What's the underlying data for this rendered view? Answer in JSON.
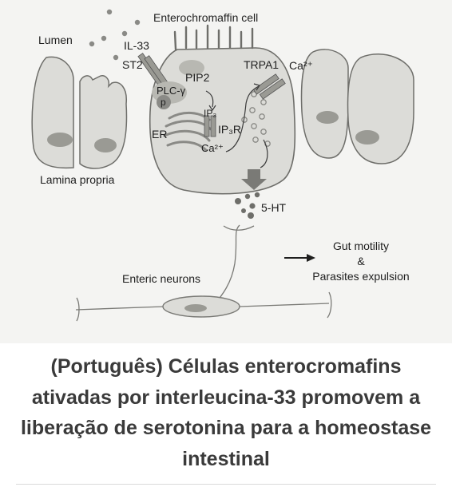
{
  "diagram": {
    "labels": {
      "enterochromaffin_cell": "Enterochromaffin cell",
      "lumen": "Lumen",
      "il33": "IL-33",
      "st2": "ST2",
      "plc": "PLC-γ",
      "p": "p",
      "pip2": "PIP2",
      "trpa1": "TRPA1",
      "ca_top": "Ca²⁺",
      "ip3": "IP₃",
      "ip3r": "IP₃R",
      "er": "ER",
      "ca_er": "Ca²⁺",
      "lamina_propria": "Lamina propria",
      "serotonin": "5-HT",
      "gut_motility": "Gut motility",
      "ampersand": "&",
      "parasites_expulsion": "Parasites expulsion",
      "enteric_neurons": "Enteric neurons"
    },
    "colors": {
      "background": "#f4f4f2",
      "cell_fill": "#dcdcd8",
      "cell_stroke": "#6e6e6a",
      "nucleus": "#9a9a94",
      "dots": "#8a8a86"
    }
  },
  "caption": "(Português) Células enterocromafins ativadas por interleucina-33 promovem a liberação de serotonina para a homeostase intestinal"
}
